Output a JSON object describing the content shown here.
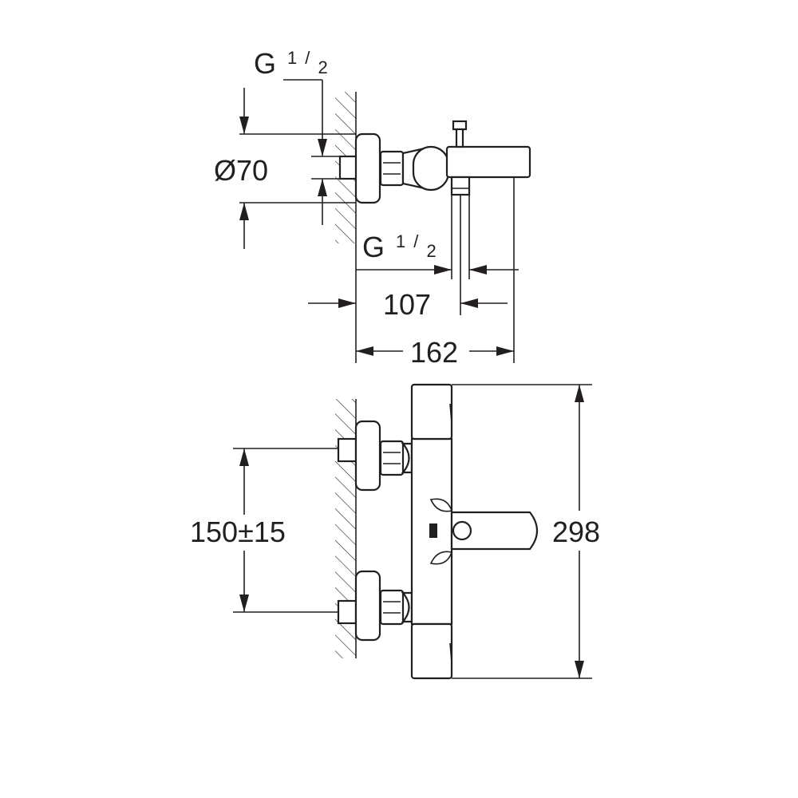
{
  "labels": {
    "g_thread_top": {
      "base": "G",
      "sup": "1",
      "slash": "/",
      "sub": "2"
    },
    "g_thread_side": {
      "base": "G",
      "sup": "1",
      "slash": "/",
      "sub": "2"
    },
    "diameter": "Ø70",
    "depth_107": "107",
    "depth_162": "162",
    "spacing": "150±15",
    "height": "298"
  }
}
